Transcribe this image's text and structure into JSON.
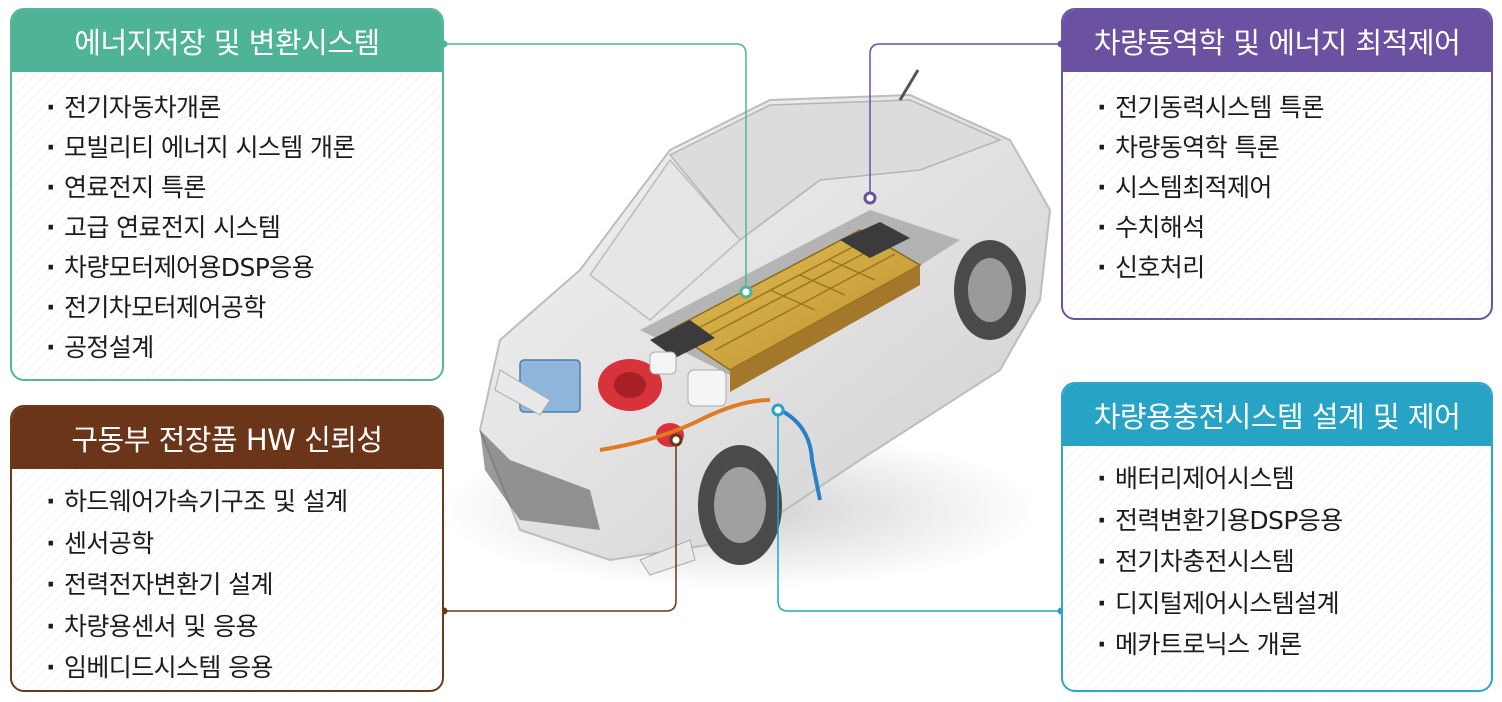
{
  "panels": {
    "energy": {
      "title": "에너지저장 및 변환시스템",
      "color": "#4fb398",
      "items": [
        "전기자동차개론",
        "모빌리티 에너지 시스템 개론",
        "연료전지 특론",
        "고급 연료전지 시스템",
        "차량모터제어용DSP응용",
        "전기차모터제어공학",
        "공정설계"
      ]
    },
    "vehicle": {
      "title": "차량동역학 및 에너지 최적제어",
      "color": "#6a51a1",
      "items": [
        "전기동력시스템 특론",
        "차량동역학 특론",
        "시스템최적제어",
        "수치해석",
        "신호처리"
      ]
    },
    "drive": {
      "title": "구동부 전장품 HW 신뢰성",
      "color": "#6a3519",
      "items": [
        "하드웨어가속기구조 및 설계",
        "센서공학",
        "전력전자변환기 설계",
        "차량용센서 및 응용",
        "임베디드시스템 응용"
      ]
    },
    "charge": {
      "title": "차량용충전시스템 설계 및 제어",
      "color": "#27a3c5",
      "items": [
        "배터리제어시스템",
        "전력변환기용DSP응용",
        "전기차충전시스템",
        "디지털제어시스템설계",
        "메카트로닉스 개론"
      ]
    }
  },
  "illustration": {
    "subject": "electric-car-cutaway"
  }
}
